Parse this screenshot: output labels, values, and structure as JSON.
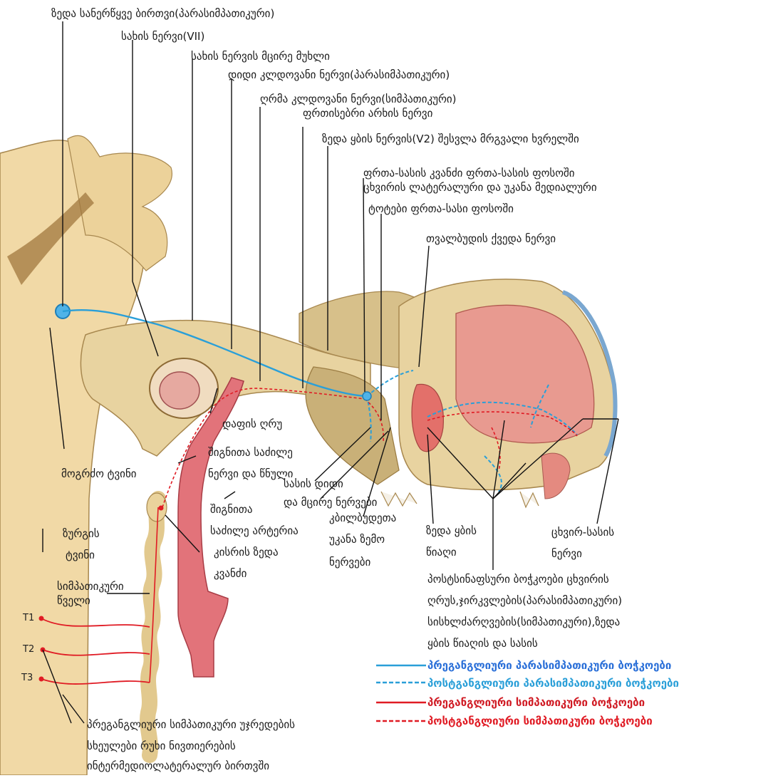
{
  "labels": {
    "superior_salivatory_nucleus": "ზედა სანერწყვე ბირთვი(პარასიმპათიკური)",
    "facial_nerve": "სახის ნერვი(VII)",
    "facial_nerve_small_branch": "სახის ნერვის მცირე მუხლი",
    "greater_petrosal_nerve": "დიდი კლდოვანი ნერვი(პარასიმპათიკური)",
    "deep_petrosal_nerve": "ღრმა კლდოვანი ნერვი(სიმპათიკური)",
    "pterygoid_canal_nerve": "ფრთისებრი არხის ნერვი",
    "maxillary_nerve": "ზედა ყბის ნერვის(V2) შესვლა მრგვალი ხვრელში",
    "pterygopalatine_ganglion": "ფრთა-სასის კვანძი ფრთა-სასის ფოსოში",
    "lateral_posterior_nasal_1": "ცხვირის ლატერალური და უკანა მედიალური",
    "lateral_posterior_nasal_2": "ტოტები ფრთა-სასი ფოსოში",
    "infraorbital_nerve": "თვალბუდის ქვედა ნერვი",
    "tympanic_cavity": "დაფის ღრუ",
    "internal_carotid_nerve_1": "შიგნითა საძილე",
    "internal_carotid_nerve_2": "ნერვი და წნული",
    "medulla": "მოგრძო ტვინი",
    "internal_carotid_artery_1": "შიგნითა",
    "internal_carotid_artery_2": "საძილე არტერია",
    "spinal_cord_1": "ზურგის",
    "spinal_cord_2": "ტვინი",
    "superior_cervical_ganglion_1": "კისრის ზედა",
    "superior_cervical_ganglion_2": "კვანძი",
    "sympathetic_trunk_1": "სიმპათიკური",
    "sympathetic_trunk_2": "წველი",
    "palatine_nerves_1": "სასის დიდი",
    "palatine_nerves_2": "და მცირე ნერვები",
    "posterior_alveolar_1": "კბილბუდეთა",
    "posterior_alveolar_2": "უკანა  ზემო",
    "posterior_alveolar_3": "ნერვები",
    "upper_jaw_teeth_1": "ზედა ყბის",
    "upper_jaw_teeth_2": "წიაღი",
    "nasopalatine_1": "ცხვირ-სასის",
    "nasopalatine_2": "ნერვი",
    "postsyn_1": "პოსტსინაფსური ბოჭკოები ცხვირის",
    "postsyn_2": "ღრუს,ჯირკვლების(პარასიმპათიკური)",
    "postsyn_3": "სისხლძარღვების(სიმპათიკური),ზედა",
    "postsyn_4": "ყბის წიაღის და სასის",
    "preganglionic_cells_1": "პრეგანგლიური სიმპათიკური უჯრედების",
    "preganglionic_cells_2": "სხეულები რუხი ნივთიერების",
    "preganglionic_cells_3": "ინტერმედიოლატერალურ ბირთვში"
  },
  "segments": {
    "t1": "T1",
    "t2": "T2",
    "t3": "T3"
  },
  "legend": [
    {
      "label": "პრეგანგლიური პარასიმპათიკური ბოჭკოები",
      "color": "#2a9fd8",
      "line": "solid"
    },
    {
      "label": "პოსტგანგლიური პარასიმპათიკური ბოჭკოები",
      "color": "#2a9fd8",
      "line": "dashed"
    },
    {
      "label": "პრეგანგლიური სიმპათიკური ბოჭკოები",
      "color": "#e01b24",
      "line": "solid"
    },
    {
      "label": "პოსტგანგლიური სიმპათიკური ბოჭკოები",
      "color": "#e01b24",
      "line": "dashed"
    }
  ],
  "colors": {
    "bone": "#e8d3a0",
    "bone_dark": "#b08848",
    "brain": "#f1d9a6",
    "artery": "#e2737a",
    "mucosa": "#e89a90",
    "leader": "#111111"
  }
}
